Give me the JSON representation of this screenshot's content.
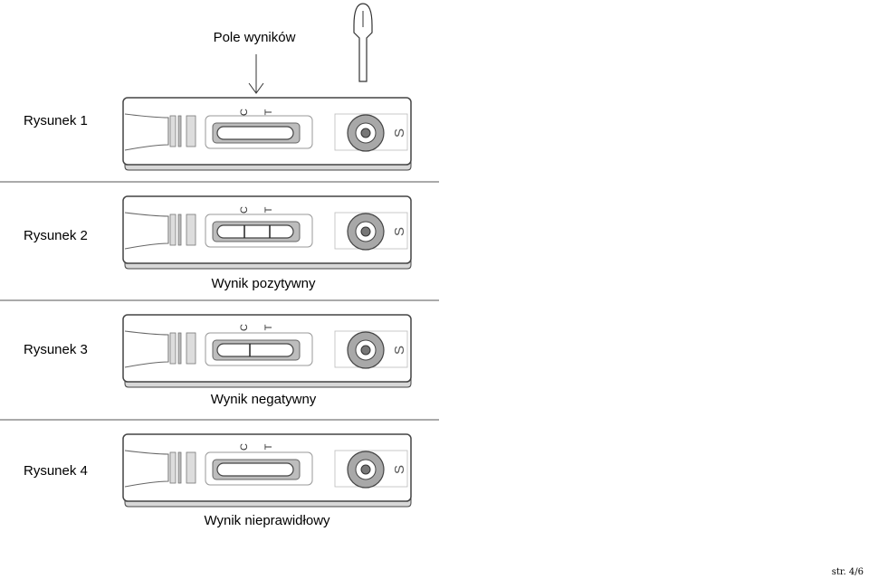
{
  "header": {
    "result_window_label": "Pole wyników"
  },
  "figures": [
    {
      "label": "Rysunek 1",
      "caption": "",
      "lines": "none"
    },
    {
      "label": "Rysunek 2",
      "caption": "Wynik pozytywny",
      "lines": "C,T"
    },
    {
      "label": "Rysunek 3",
      "caption": "Wynik negatywny",
      "lines": "C"
    },
    {
      "label": "Rysunek 4",
      "caption": "Wynik nieprawidłowy",
      "lines": "none"
    }
  ],
  "cassette": {
    "control_mark": "C",
    "test_mark": "T",
    "sample_mark": "S"
  },
  "footer": {
    "page": "str. 4/6"
  }
}
